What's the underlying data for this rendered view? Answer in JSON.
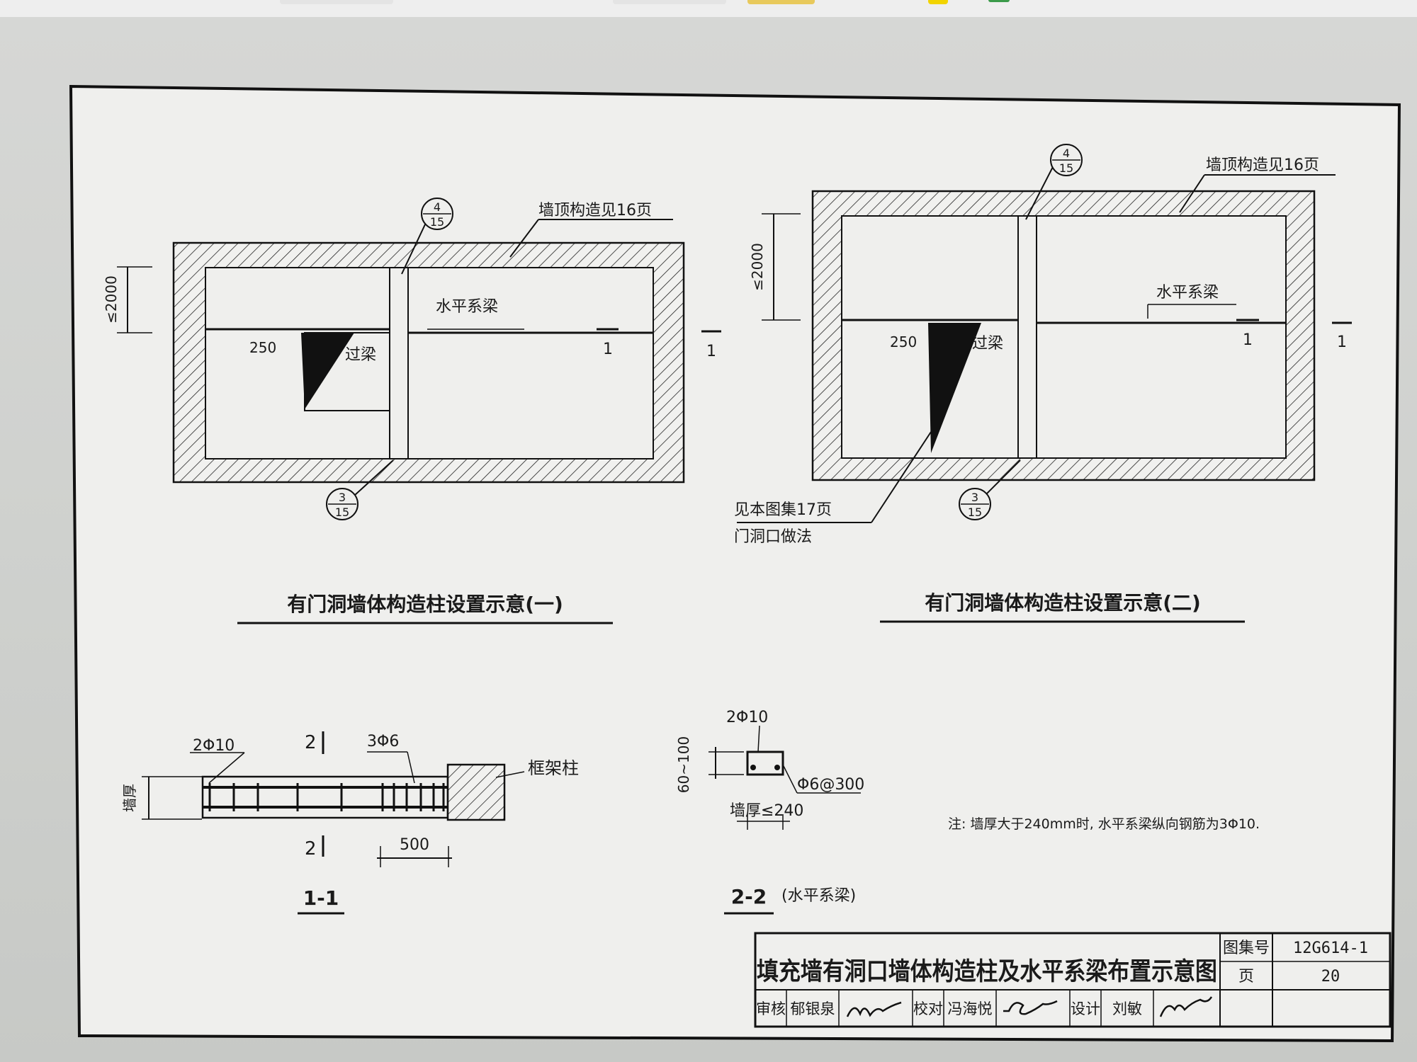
{
  "app_bar": {
    "buttons": [
      {
        "color": "#e4e4e4"
      },
      {
        "color": "#e4e4e4"
      },
      {
        "color": "#e8c95c"
      },
      {
        "color": "#f2d400"
      },
      {
        "color": "#3b9a4a"
      }
    ]
  },
  "drawing": {
    "top_left": {
      "top_note": "墙顶构造见16页",
      "detail_top": {
        "num": "4",
        "page": "15"
      },
      "detail_bottom": {
        "num": "3",
        "page": "15"
      },
      "dim_height": "≤2000",
      "beam_label": "水平系梁",
      "lintel_label": "过梁",
      "lintel_dim": "250",
      "section_mark_inner": "1",
      "section_mark_outer": "1",
      "caption": "有门洞墙体构造柱设置示意(一)"
    },
    "top_right": {
      "top_note": "墙顶构造见16页",
      "detail_top": {
        "num": "4",
        "page": "15"
      },
      "detail_bottom": {
        "num": "3",
        "page": "15"
      },
      "dim_height": "≤2000",
      "beam_label": "水平系梁",
      "lintel_label": "过梁",
      "lintel_dim": "250",
      "section_mark_inner": "1",
      "section_mark_outer": "1",
      "door_note_line1": "见本图集17页",
      "door_note_line2": "门洞口做法",
      "caption": "有门洞墙体构造柱设置示意(二)"
    },
    "section_1_1": {
      "rebar_main": "2Φ10",
      "rebar_end": "3Φ6",
      "cut_mark_top": "2",
      "cut_mark_bottom": "2",
      "column_label": "框架柱",
      "wall_thickness_label": "墙厚",
      "dim_500": "500",
      "title": "1-1"
    },
    "section_2_2": {
      "rebar_main": "2Φ10",
      "height_dim": "60~100",
      "stirrup": "Φ6@300",
      "thickness": "墙厚≤240",
      "title": "2-2",
      "subtitle": "(水平系梁)"
    },
    "note": "注: 墙厚大于240mm时, 水平系梁纵向钢筋为3Φ10."
  },
  "title_block": {
    "title": "填充墙有洞口墙体构造柱及水平系梁布置示意图",
    "atlas_label": "图集号",
    "atlas_no": "12G614-1",
    "review_label": "审核",
    "reviewer": "郁银泉",
    "check_label": "校对",
    "checker": "冯海悦",
    "design_label": "设计",
    "designer": "刘敏",
    "page_label": "页",
    "page_no": "20"
  }
}
